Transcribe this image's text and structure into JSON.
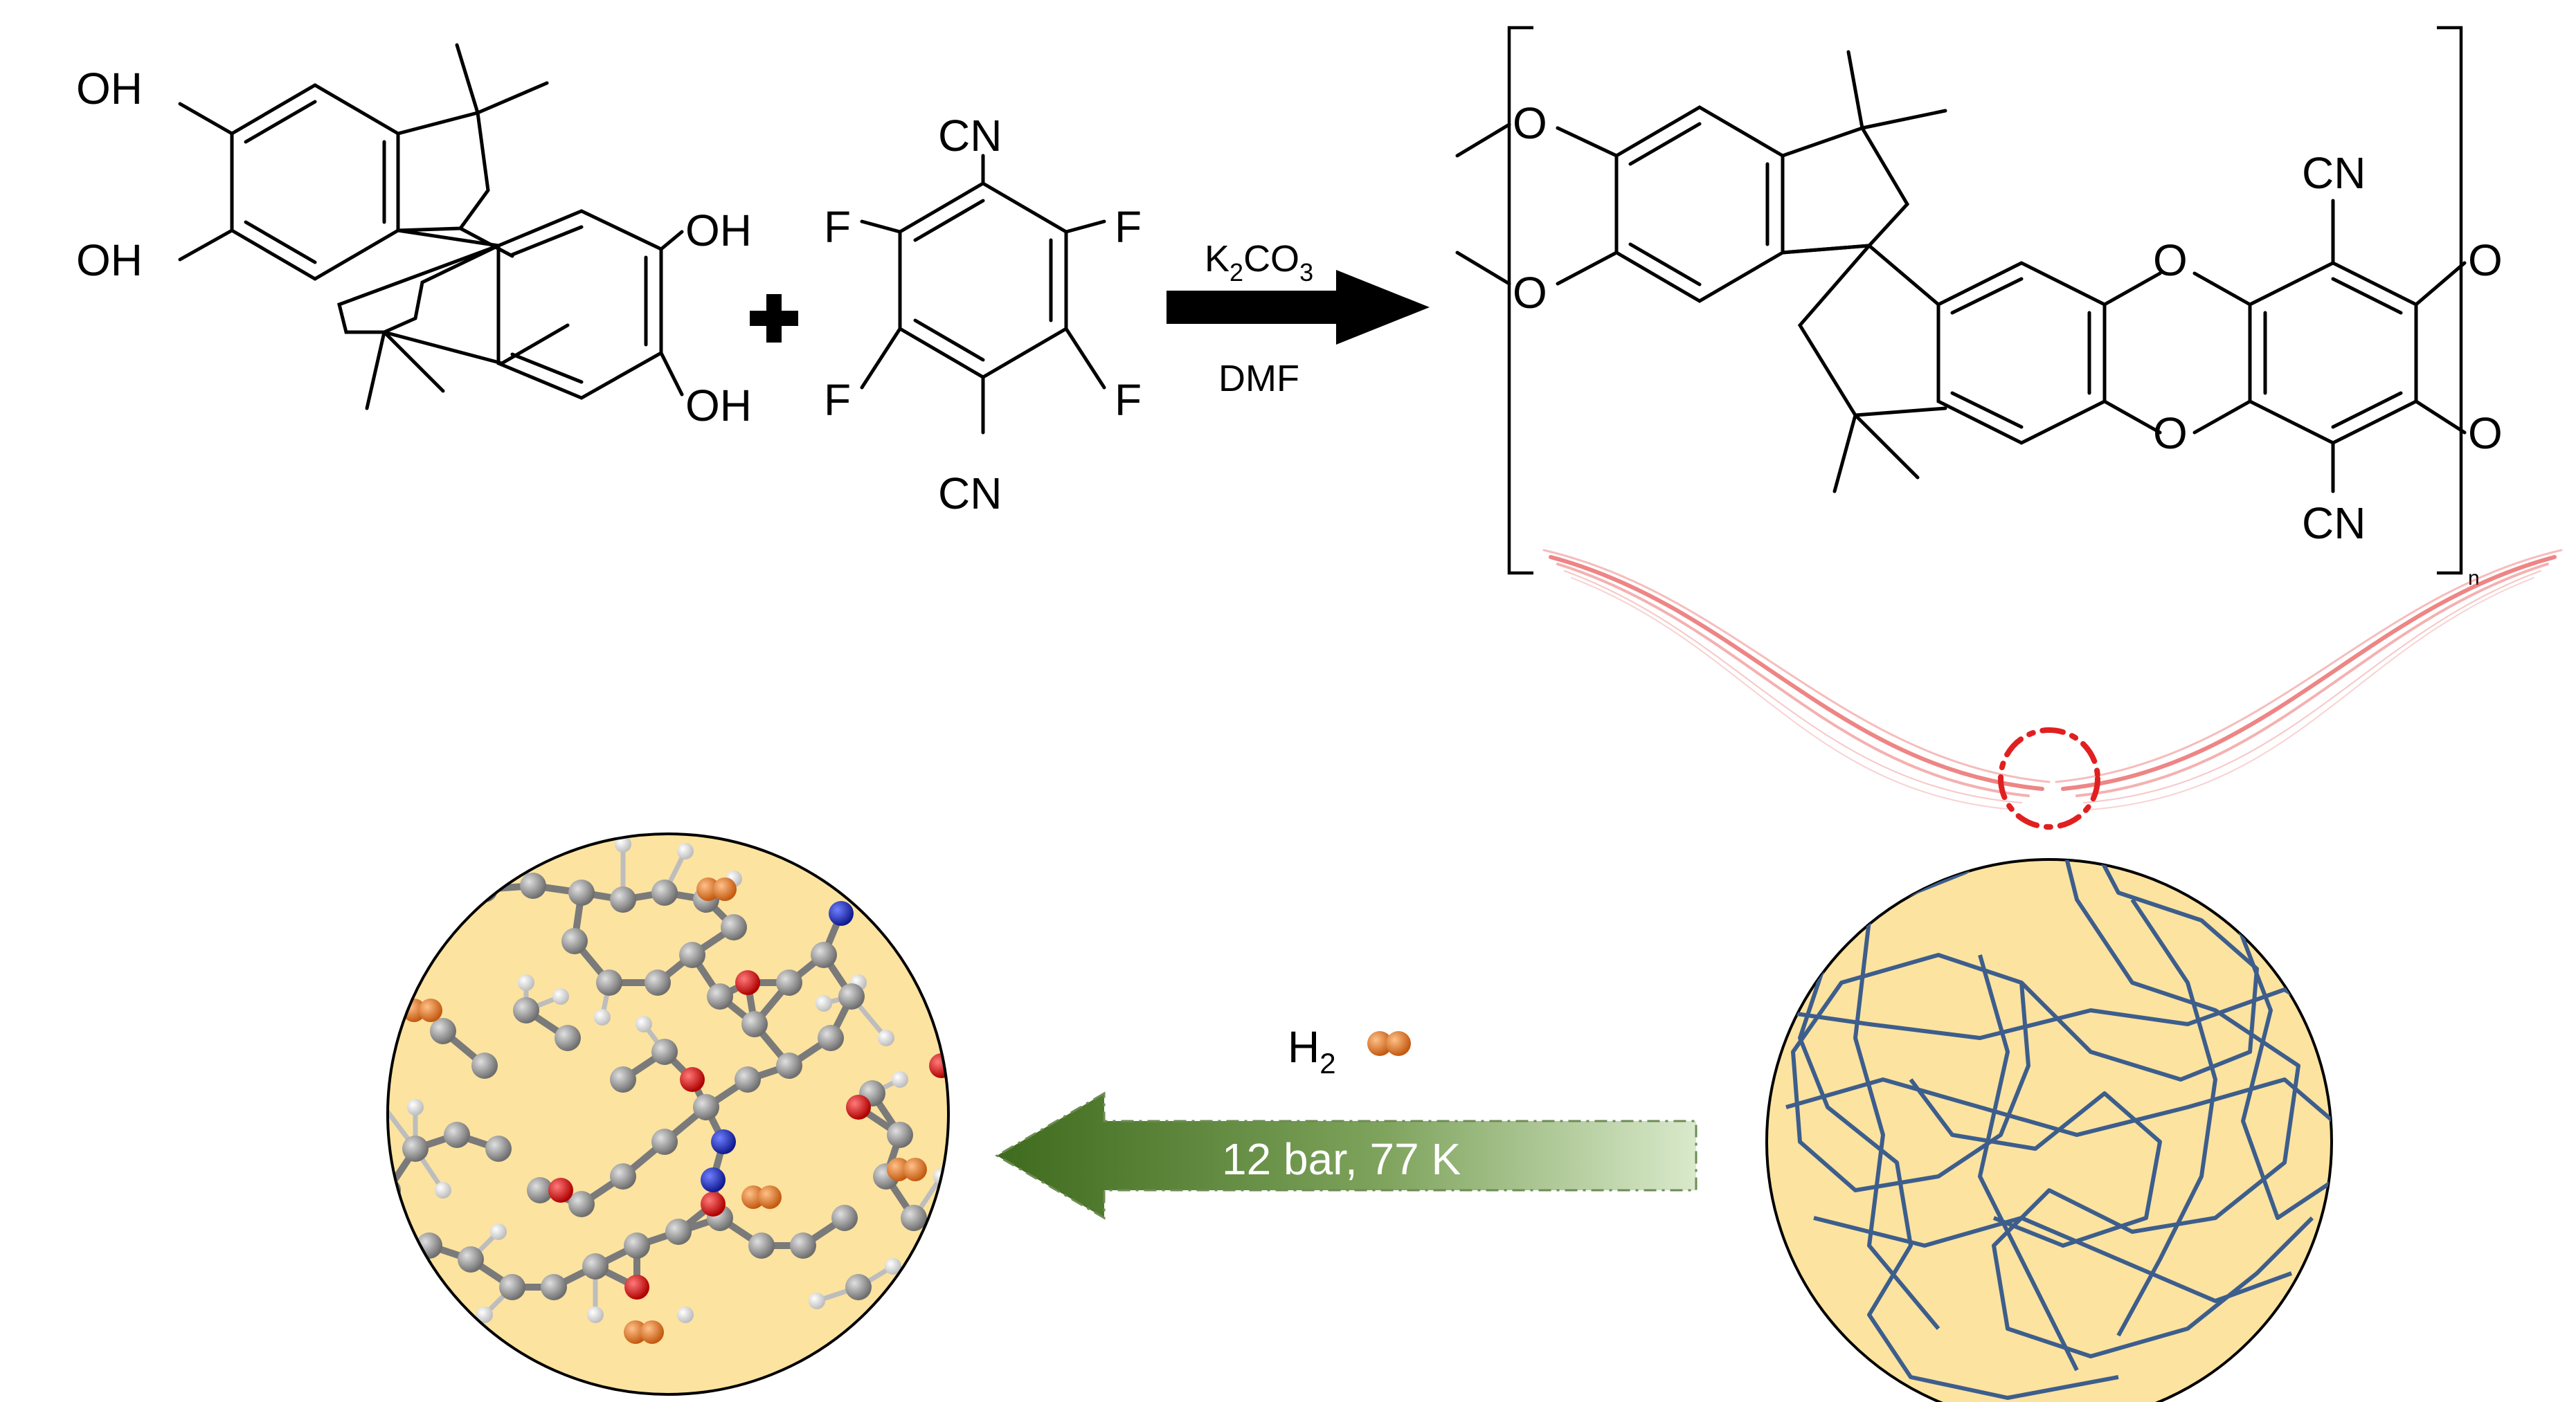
{
  "reaction": {
    "reagent_top": "K",
    "reagent_top_sub": "2",
    "reagent_top_rest": "CO",
    "reagent_top_sub2": "3",
    "solvent": "DMF",
    "plus_symbol": "+"
  },
  "monomer_a": {
    "oh": "OH"
  },
  "monomer_b": {
    "cn": "CN",
    "f": "F"
  },
  "polymer": {
    "o": "O",
    "cn": "CN",
    "n": "n"
  },
  "process": {
    "gas": "H",
    "gas_sub": "2",
    "conditions": "12 bar, 77 K"
  },
  "colors": {
    "pore_fill": "#fce3a0",
    "chain_blue": "#3d5e8c",
    "highlight_red": "#e02020",
    "arrow_dark": "#3f6b1e",
    "arrow_light": "#d4e6c4",
    "atom_carbon": "#8c8c8c",
    "atom_oxygen": "#d42020",
    "atom_nitrogen": "#2030c0",
    "atom_hydrogen": "#e8e8e8",
    "h2_molecule": "#e07e2a"
  }
}
